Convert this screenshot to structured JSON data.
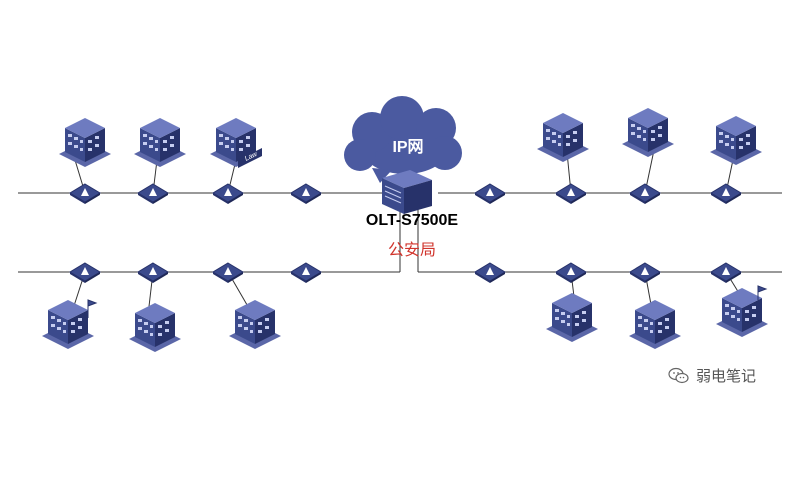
{
  "cloud": {
    "label": "IP网"
  },
  "olt": {
    "model": "OLT-S7500E",
    "site": "公安局"
  },
  "watermark": {
    "text": "弱电笔记",
    "icon": "wechat-icon"
  },
  "colors": {
    "node": "#3b4a8c",
    "node_dark": "#27326a",
    "cloud": "#4b5aa0",
    "line": "#333333",
    "accent": "#d0342c"
  },
  "buildings": [
    {
      "name": "building-top-left-1",
      "label": ""
    },
    {
      "name": "building-top-left-2",
      "label": ""
    },
    {
      "name": "building-top-left-3",
      "label": "Law"
    },
    {
      "name": "building-top-right-1",
      "label": ""
    },
    {
      "name": "building-top-right-2",
      "label": ""
    },
    {
      "name": "building-top-right-3",
      "label": ""
    },
    {
      "name": "building-bottom-left-1",
      "label": ""
    },
    {
      "name": "building-bottom-left-2",
      "label": ""
    },
    {
      "name": "building-bottom-left-3",
      "label": ""
    },
    {
      "name": "building-bottom-right-1",
      "label": ""
    },
    {
      "name": "building-bottom-right-2",
      "label": ""
    },
    {
      "name": "building-bottom-right-3",
      "label": ""
    }
  ]
}
